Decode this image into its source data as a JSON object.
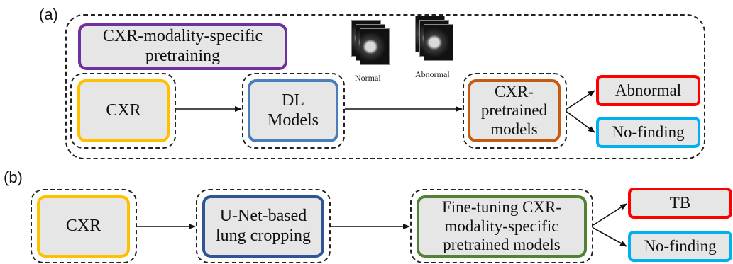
{
  "colors": {
    "purple": "#7030a0",
    "yellow": "#ffc000",
    "blue": "#4a7ebb",
    "darkblue": "#2f5597",
    "orange": "#c55a11",
    "red": "#ff0000",
    "lightblue": "#00b0f0",
    "green": "#548235",
    "fill": "#e7e6e6"
  },
  "panel_a": {
    "label": "(a)",
    "pretraining_label": "CXR-modality-specific pretraining",
    "cxr": "CXR",
    "dl_models": "DL Models",
    "cxr_pretrained": "CXR-pretrained models",
    "abnormal": "Abnormal",
    "no_finding": "No-finding",
    "image_normal": "Normal",
    "image_abnormal": "Abnormal",
    "icon_normal": "chest-xray-stack-icon",
    "icon_abnormal": "chest-xray-stack-icon"
  },
  "panel_b": {
    "label": "(b)",
    "cxr": "CXR",
    "unet": "U-Net-based lung cropping",
    "finetune": "Fine-tuning CXR-modality-specific pretrained models",
    "tb": "TB",
    "no_finding": "No-finding"
  }
}
